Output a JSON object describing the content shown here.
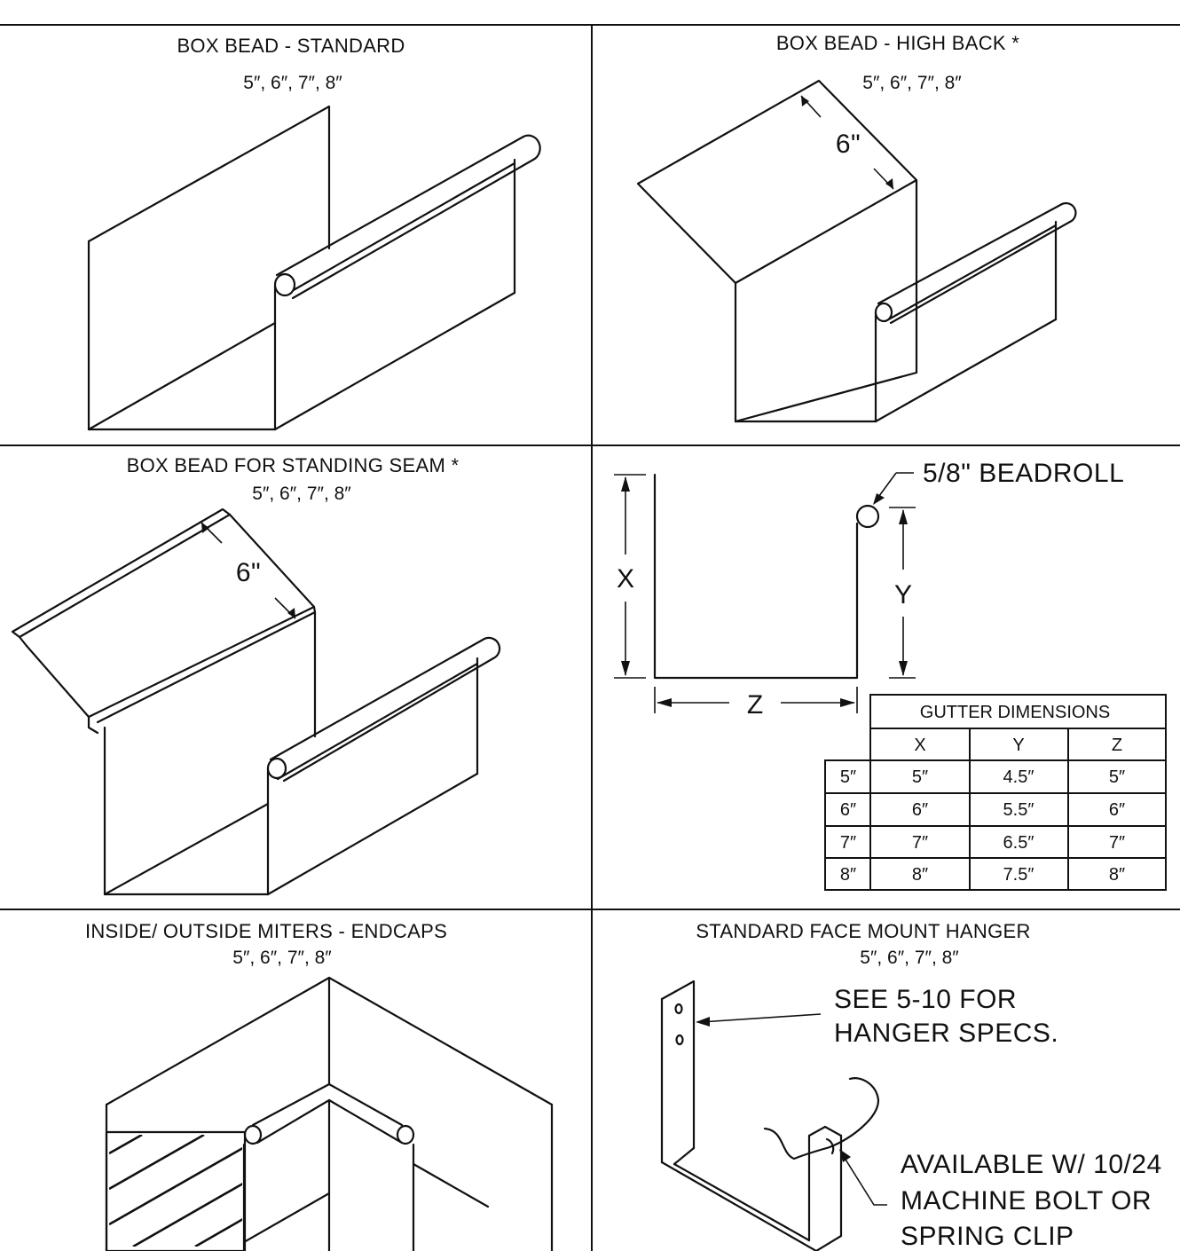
{
  "panels": {
    "box_bead_standard": {
      "title": "BOX BEAD - STANDARD",
      "sizes": "5″, 6″, 7″, 8″"
    },
    "box_bead_high_back": {
      "title": "BOX BEAD - HIGH BACK *",
      "sizes": "5″, 6″, 7″, 8″",
      "dimension": "6\""
    },
    "box_bead_standing_seam": {
      "title": "BOX BEAD FOR STANDING SEAM *",
      "sizes": "5″, 6″, 7″, 8″",
      "dimension": "6\""
    },
    "profile": {
      "beadroll_label": "5/8\" BEADROLL",
      "x_label": "X",
      "y_label": "Y",
      "z_label": "Z",
      "table": {
        "title": "GUTTER DIMENSIONS",
        "columns": [
          "X",
          "Y",
          "Z"
        ],
        "rows": [
          {
            "size": "5″",
            "x": "5″",
            "y": "4.5″",
            "z": "5″"
          },
          {
            "size": "6″",
            "x": "6″",
            "y": "5.5″",
            "z": "6″"
          },
          {
            "size": "7″",
            "x": "7″",
            "y": "6.5″",
            "z": "7″"
          },
          {
            "size": "8″",
            "x": "8″",
            "y": "7.5″",
            "z": "8″"
          }
        ]
      }
    },
    "miters_endcaps": {
      "title": "INSIDE/ OUTSIDE MITERS - ENDCAPS",
      "sizes": "5″, 6″, 7″, 8″"
    },
    "face_mount_hanger": {
      "title": "STANDARD FACE MOUNT HANGER",
      "sizes": "5″, 6″, 7″, 8″",
      "note_1": [
        "SEE 5-10 FOR",
        "HANGER SPECS."
      ],
      "note_2": [
        "AVAILABLE W/ 10/24",
        "MACHINE BOLT OR",
        "SPRING CLIP"
      ]
    }
  }
}
